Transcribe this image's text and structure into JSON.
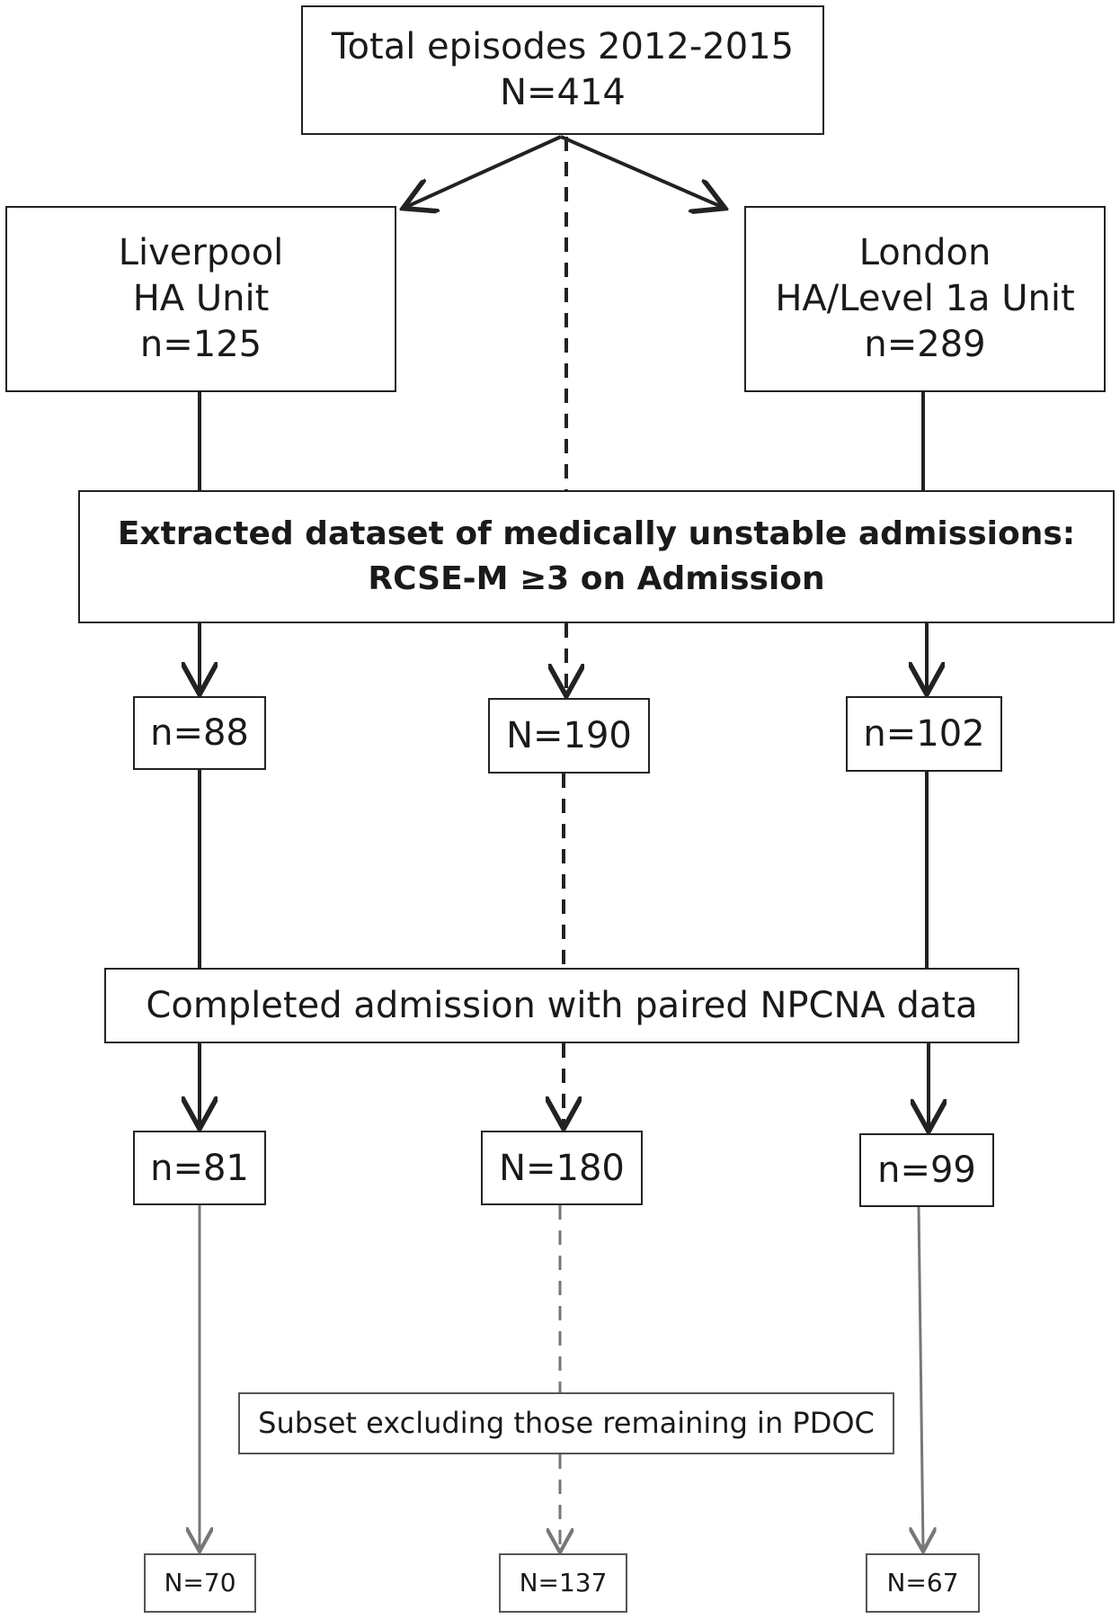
{
  "total": {
    "title": "Total episodes 2012-2015",
    "count": "N=414"
  },
  "liverpool": {
    "line1": "Liverpool",
    "line2": "HA Unit",
    "count": "n=125"
  },
  "london": {
    "line1": "London",
    "line2": "HA/Level 1a Unit",
    "count": "n=289"
  },
  "extracted": {
    "line1": "Extracted dataset of medically unstable admissions:",
    "line2": "RCSE-M ≥3 on Admission"
  },
  "stage1": {
    "liverpool": "n=88",
    "combined": "N=190",
    "london": "n=102"
  },
  "completed": {
    "label": "Completed admission with paired NPCNA data"
  },
  "stage2": {
    "liverpool": "n=81",
    "combined": "N=180",
    "london": "n=99"
  },
  "subset": {
    "label": "Subset excluding those remaining in PDOC"
  },
  "stage3": {
    "liverpool": "N=70",
    "combined": "N=137",
    "london": "N=67"
  }
}
